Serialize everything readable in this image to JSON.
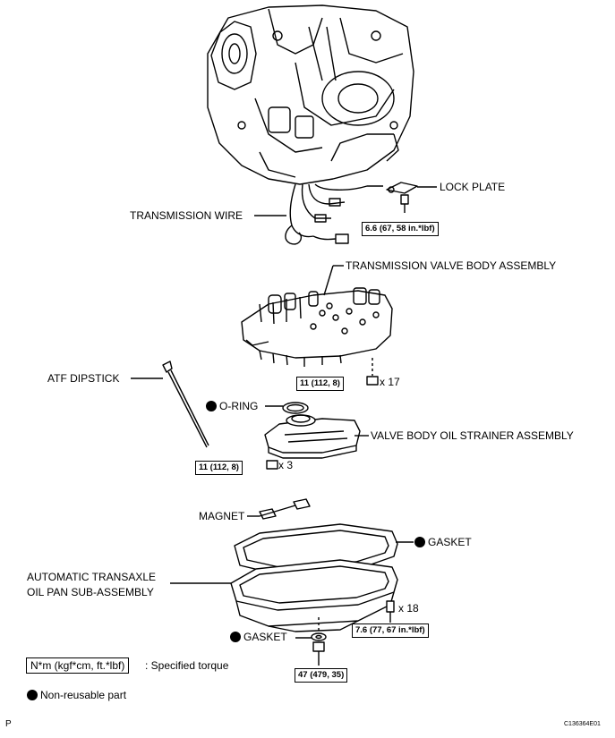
{
  "labels": {
    "lock_plate": "LOCK PLATE",
    "transmission_wire": "TRANSMISSION WIRE",
    "valve_body": "TRANSMISSION VALVE BODY ASSEMBLY",
    "atf_dipstick": "ATF DIPSTICK",
    "o_ring": "O-RING",
    "strainer": "VALVE BODY OIL STRAINER ASSEMBLY",
    "magnet": "MAGNET",
    "gasket_pan": "GASKET",
    "oil_pan_line1": "AUTOMATIC TRANSAXLE",
    "oil_pan_line2": "OIL PAN SUB-ASSEMBLY",
    "gasket_plug": "GASKET"
  },
  "torque": {
    "lock_plate": "6.6 (67, 58 in.*lbf)",
    "valve_body": "11 (112, 8)",
    "strainer": "11 (112, 8)",
    "oil_pan": "7.6 (77, 67 in.*lbf)",
    "drain_plug": "47 (479, 35)"
  },
  "quantities": {
    "valve_body": "x 17",
    "strainer": "x 3",
    "oil_pan": "x 18"
  },
  "legend": {
    "torque_box": "N*m (kgf*cm, ft.*lbf)",
    "torque_text": ": Specified torque",
    "non_reusable": "Non-reusable part"
  },
  "footer": {
    "left": "P",
    "right": "C136364E01"
  },
  "icons": {
    "non_reusable_marker": "filled-circle-icon"
  }
}
